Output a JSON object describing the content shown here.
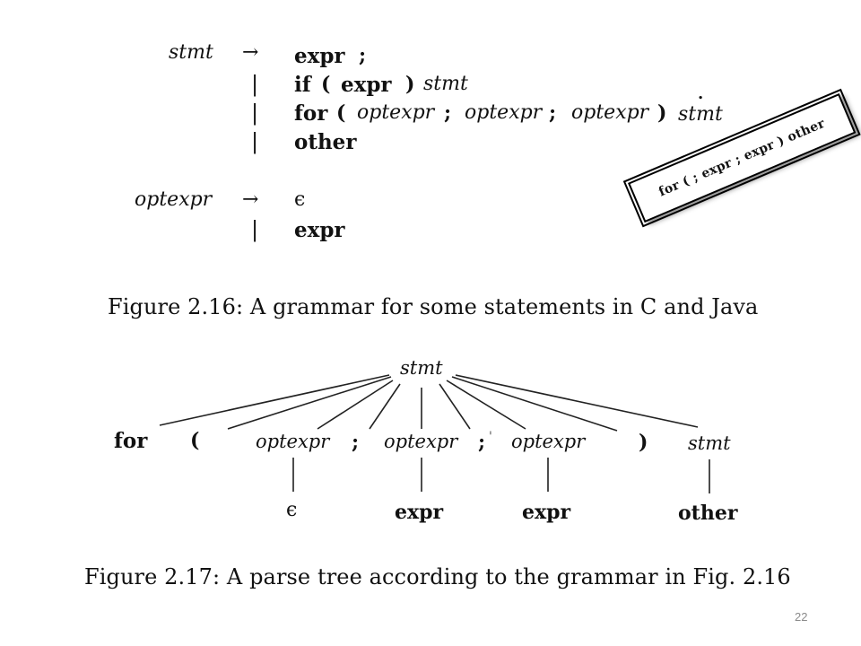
{
  "grammar": {
    "stmt_head": "stmt",
    "arrow": "→",
    "bar": "|",
    "dot": ".",
    "prod1": {
      "expr": "expr",
      "semi": ";"
    },
    "prod2": {
      "if": "if",
      "lparen": "(",
      "expr": "expr",
      "rparen": ")",
      "stmt": "stmt"
    },
    "prod3": {
      "for": "for",
      "lparen": "(",
      "opt1": "optexpr",
      "semi1": ";",
      "opt2": "optexpr",
      "semi2": ";",
      "opt3": "optexpr",
      "rparen": ")",
      "stmt": "stmt"
    },
    "prod4": {
      "other": "other"
    },
    "optexpr_head": "optexpr",
    "eps_prod": {
      "epsilon": "ϵ"
    },
    "expr_prod": {
      "expr": "expr"
    }
  },
  "callout": {
    "text": "for ( ; expr ; expr ) other"
  },
  "figure_2_16_caption": "Figure 2.16: A grammar for some statements in C and Java",
  "parse_tree": {
    "root": "stmt",
    "children": [
      "for",
      "(",
      "optexpr",
      ";",
      "optexpr",
      ";",
      "optexpr",
      ")",
      "stmt"
    ],
    "leaves": [
      "ϵ",
      "expr",
      "expr",
      "other"
    ],
    "stray_mark": "'"
  },
  "figure_2_17_caption": "Figure 2.17: A parse tree according to the grammar in Fig. 2.16",
  "page_number": "22"
}
